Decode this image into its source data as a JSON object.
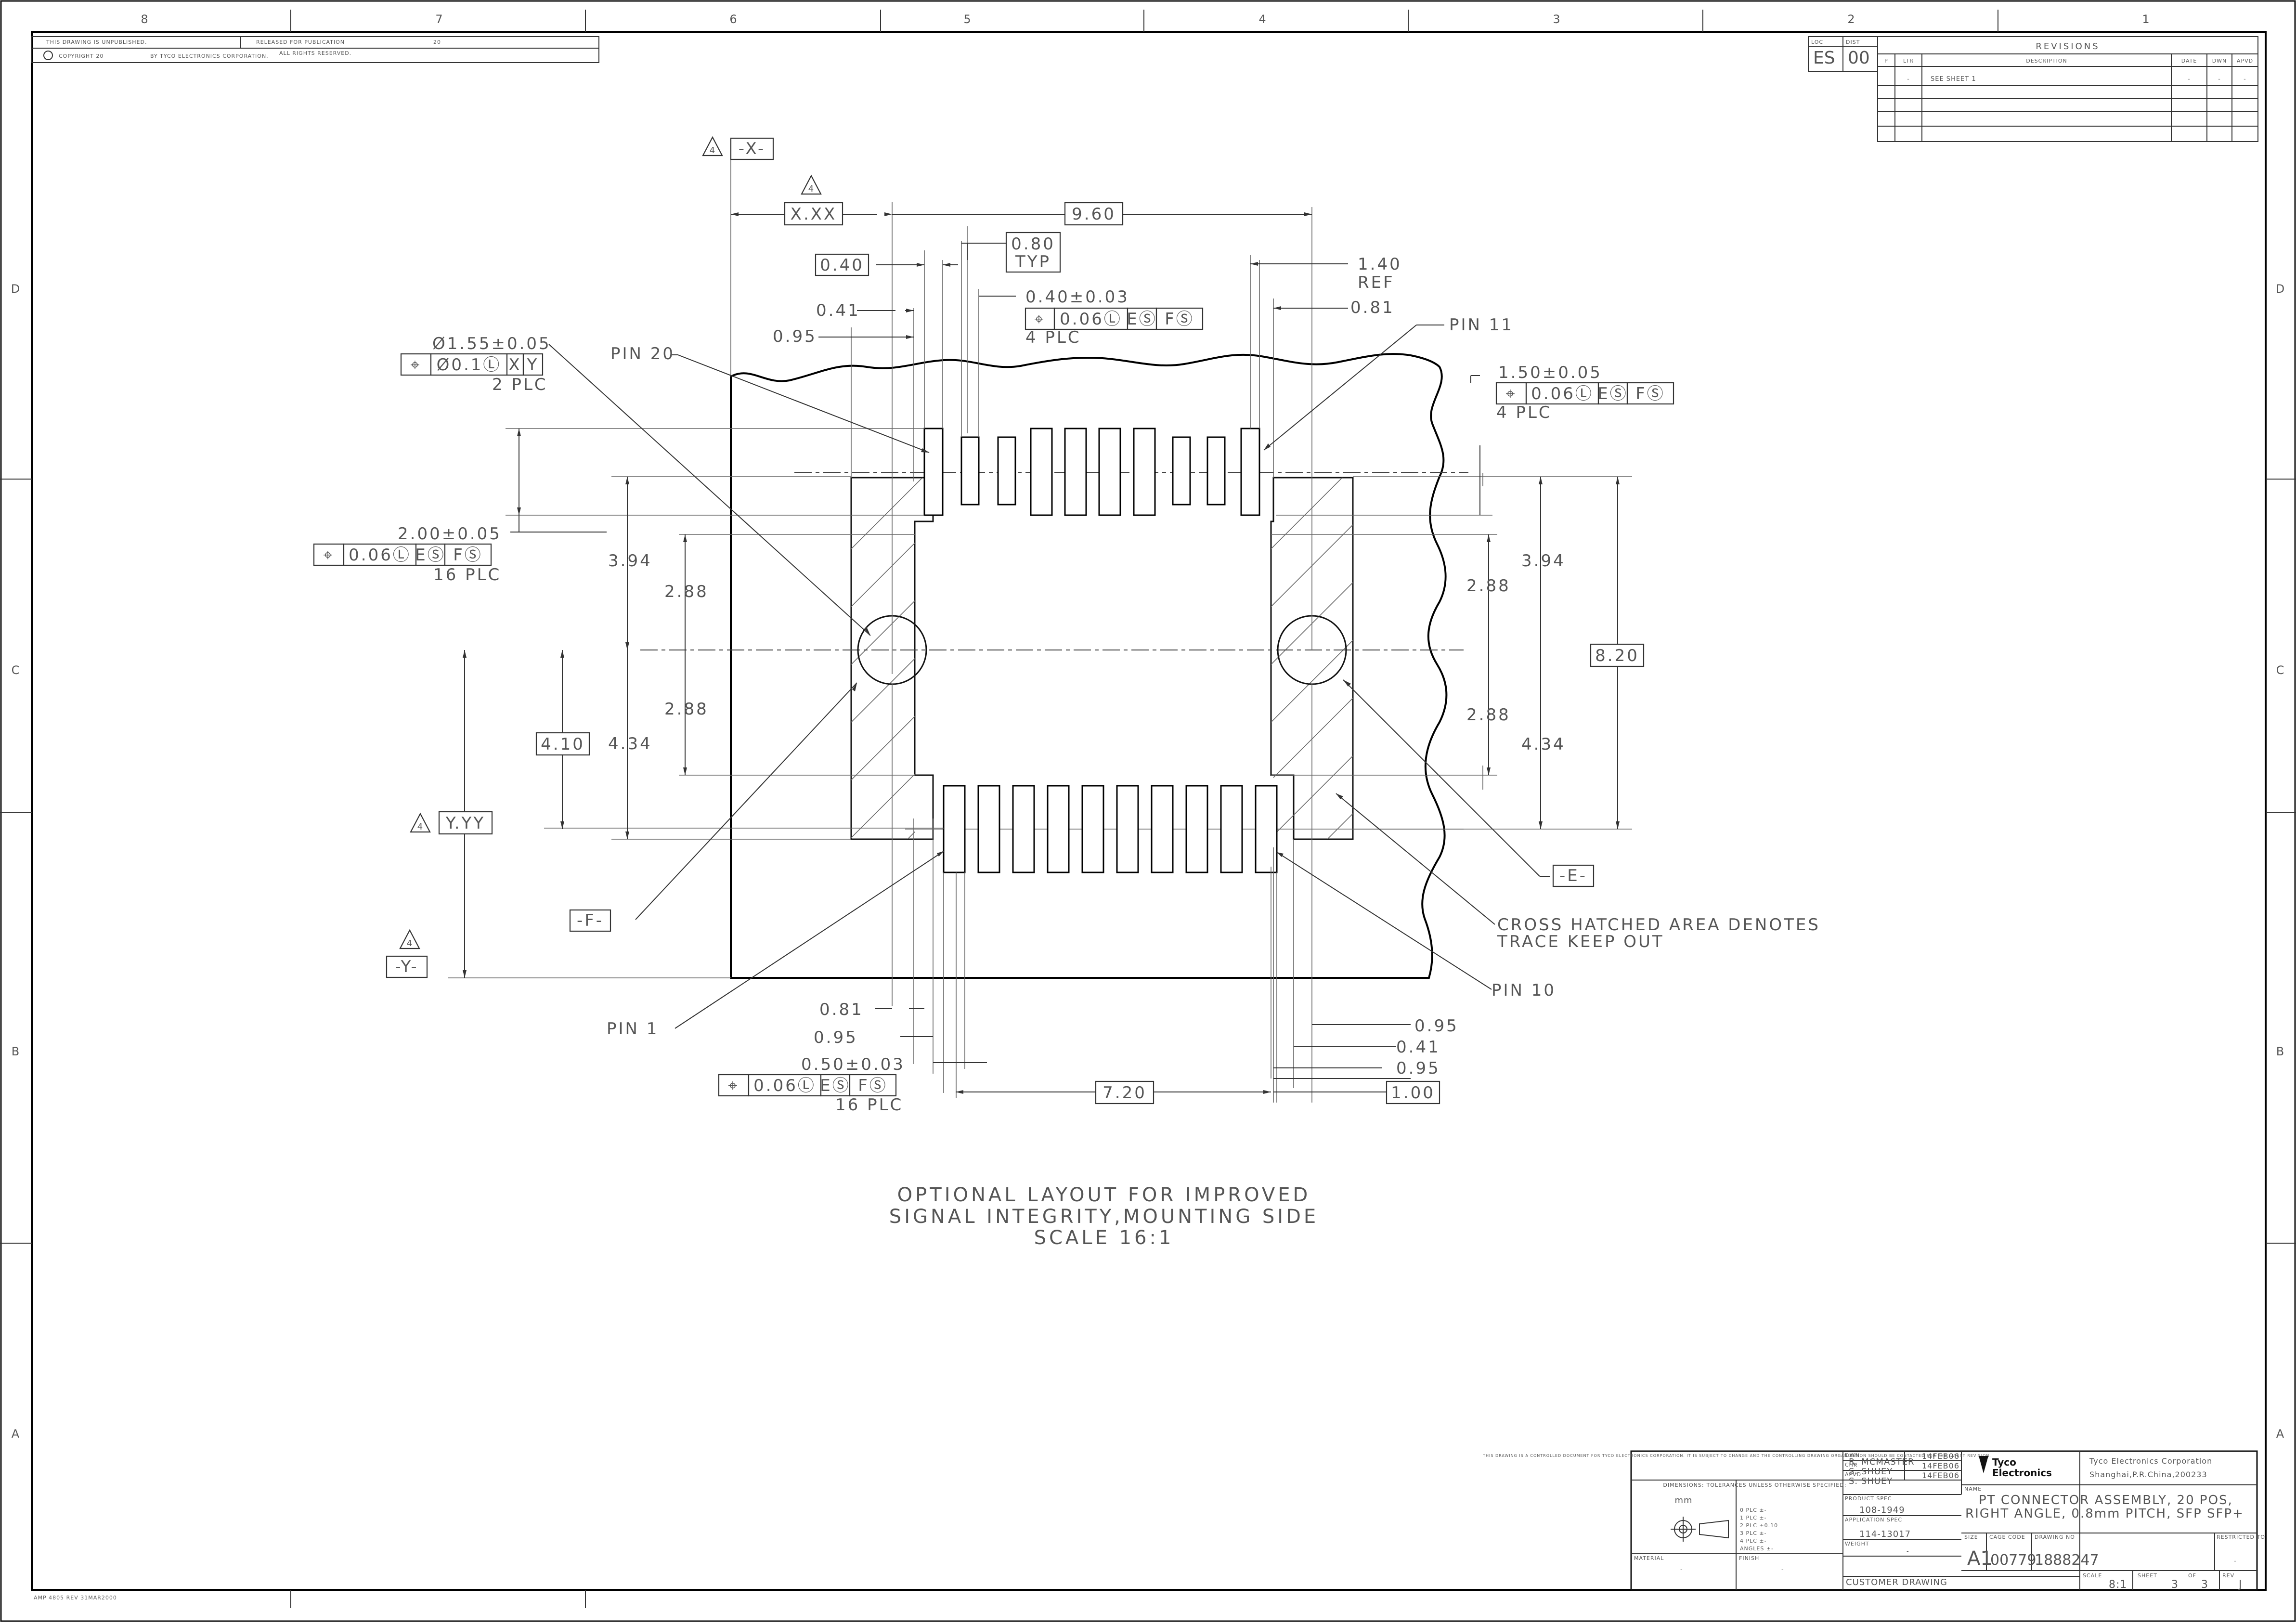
{
  "border": {
    "zones_top": [
      "8",
      "7",
      "6",
      "5",
      "4",
      "3",
      "2",
      "1"
    ],
    "zones_side": [
      "D",
      "C",
      "B",
      "A"
    ]
  },
  "header": {
    "unpublished": "THIS DRAWING IS UNPUBLISHED.",
    "released": "RELEASED FOR PUBLICATION",
    "released_year": "20",
    "copyright": "COPYRIGHT 20",
    "copyright_by": "BY TYCO ELECTRONICS CORPORATION.",
    "rights": "ALL RIGHTS RESERVED."
  },
  "revisions": {
    "loc_label": "LOC",
    "loc_value": "ES",
    "dist_label": "DIST",
    "dist_value": "00",
    "title": "REVISIONS",
    "col_p": "P",
    "col_ltr": "LTR",
    "col_desc": "DESCRIPTION",
    "col_date": "DATE",
    "col_dwn": "DWN",
    "col_apvd": "APVD",
    "row1_ltr": "-",
    "row1_desc": "SEE SHEET 1",
    "row1_date": "-",
    "row1_dwn": "-",
    "row1_apvd": "-"
  },
  "dims": {
    "flag_num": "4",
    "datum_x": "-X-",
    "xxx": "X.XX",
    "d960": "9.60",
    "d080": "0.80",
    "typ": "TYP",
    "d040a": "0.40",
    "d140": "1.40",
    "ref": "REF",
    "d041_top": "0.41",
    "d040tol": "0.40±0.03",
    "d081_top": "0.81",
    "d095_top": "0.95",
    "fcf_pos_sym": "⌖",
    "fcf_006": "0.06Ⓛ",
    "fcf_e": "EⓈ",
    "fcf_f": "FⓈ",
    "plc4": "4 PLC",
    "pin11": "PIN 11",
    "dia155": "Ø1.55±0.05",
    "fcf_dia01": "Ø0.1Ⓛ",
    "fcf_x": "X",
    "fcf_y": "Y",
    "plc2": "2 PLC",
    "pin20": "PIN 20",
    "d150": "1.50±0.05",
    "d200": "2.00±0.05",
    "plc16": "16 PLC",
    "d394": "3.94",
    "d288": "2.88",
    "d434": "4.34",
    "d410": "4.10",
    "d820": "8.20",
    "yyy": "Y.YY",
    "datum_e": "-E-",
    "datum_f": "-F-",
    "datum_y": "-Y-",
    "crosshatch_1": "CROSS HATCHED AREA DENOTES",
    "crosshatch_2": "TRACE KEEP OUT",
    "pin10": "PIN 10",
    "pin1": "PIN 1",
    "d081_bot": "0.81",
    "d095_bot": "0.95",
    "d050": "0.50±0.03",
    "d041_bot": "0.41",
    "d720": "7.20",
    "d100": "1.00"
  },
  "caption": {
    "line1": "OPTIONAL LAYOUT FOR IMPROVED",
    "line2": "SIGNAL INTEGRITY,MOUNTING SIDE",
    "line3": "SCALE 16:1"
  },
  "title_block": {
    "control_note": "THIS DRAWING IS A CONTROLLED DOCUMENT FOR TYCO ELECTRONICS CORPORATION. IT IS SUBJECT TO CHANGE AND THE CONTROLLING DRAWING ORGANIZATION SHOULD BE CONTACTED FOR THE LATEST REVISION.",
    "dimensions_label": "DIMENSIONS:",
    "dimensions_unit": "mm",
    "tol_title": "TOLERANCES UNLESS OTHERWISE SPECIFIED:",
    "tol_rows": [
      "0 PLC  ±-",
      "1 PLC  ±-",
      "2 PLC  ±0.10",
      "3 PLC  ±-",
      "4 PLC  ±-",
      "ANGLES  ±-"
    ],
    "material_label": "MATERIAL",
    "material_value": "-",
    "finish_label": "FINISH",
    "finish_value": "-",
    "dwn_label": "DWN",
    "dwn_name": "R. MCMASTER",
    "dwn_date": "14FEB06",
    "chk_label": "CHK",
    "chk_name": "S. SHUEY",
    "chk_date": "14FEB06",
    "apvd_label": "APVD",
    "apvd_name": "S. SHUEY",
    "apvd_date": "14FEB06",
    "product_spec_label": "PRODUCT SPEC",
    "product_spec": "108-1949",
    "app_spec_label": "APPLICATION SPEC",
    "app_spec": "114-13017",
    "weight_label": "WEIGHT",
    "weight": "-",
    "customer_drawing": "CUSTOMER DRAWING",
    "company_logo_1": "Tyco",
    "company_logo_2": "Electronics",
    "company_1": "Tyco Electronics Corporation",
    "company_2": "Shanghai,P.R.China,200233",
    "name_label": "NAME",
    "name_1": "PT CONNECTOR ASSEMBLY, 20 POS,",
    "name_2": "RIGHT ANGLE, 0.8mm PITCH, SFP SFP+",
    "size_label": "SIZE",
    "size": "A1",
    "cage_label": "CAGE CODE",
    "cage": "00779",
    "dwg_no_label": "DRAWING NO",
    "dwg_no": "1888247",
    "restricted_label": "RESTRICTED TO",
    "restricted": "-",
    "scale_label": "SCALE",
    "scale": "8:1",
    "sheet_label": "SHEET",
    "sheet": "3",
    "of_label": "OF",
    "of": "3",
    "rev_label": "REV",
    "rev": "J"
  },
  "footer": {
    "form": "AMP 4805 REV 31MAR2000"
  }
}
